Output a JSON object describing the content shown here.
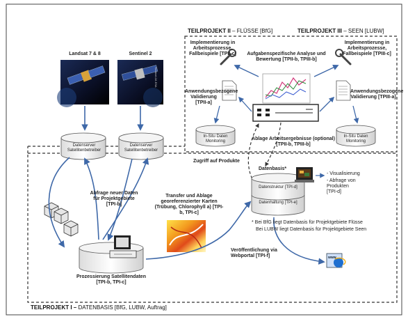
{
  "headers": {
    "tp2_bold": "TEILPROJEKT II",
    "tp2_rest": " – FLÜSSE [BfG]",
    "tp3_bold": "TEILPROJEKT III",
    "tp3_rest": " – SEEN [LUBW]",
    "tp1_bold": "TEILPROJEKT I –",
    "tp1_rest": " DATENBASIS [BfG, LUBW, Auftrag]"
  },
  "satellites": {
    "landsat": "Landsat 7 & 8",
    "sentinel": "Sentinel 2",
    "sentinel_caption": "Sentinel-2A ESA"
  },
  "servers": {
    "landsat": "Datenserver Satellitenbetreiber",
    "sentinel": "Datenserver Satellitenbetreiber"
  },
  "top": {
    "impl_left": "Implementierung in Arbeitsprozesse, Fallbeispiele [TPII-c]",
    "impl_right": "Implementierung in Arbeitsprozesse, Fallbeispiele [TPIII-c]",
    "analysis": "Aufgabenspezifische Analyse und Bewertung [TPII-b, TPIII-b]",
    "valid_left": "Anwendungsbezogene Validierung [TPII-a]",
    "valid_right": "Anwendungsbezogene Validierung [TPIII-a]",
    "insitu_left": "In-Situ Daten Monitoring",
    "insitu_right": "In-Situ Daten Monitoring",
    "ablage": "Ablage Arbeitsergebnisse (optional) [TPII-b, TPIII-b]",
    "zugriff": "Zugriff auf Produkte"
  },
  "datenbasis": {
    "title": "Datenbasis*",
    "struktur": "Datenstruktur [TPI-d]",
    "haltung": "Datenhaltung [TPI-e]",
    "visual": "- Visualisierung",
    "abfrage": "- Abfrage von Produkten [TPI-d]",
    "note1": "* Bei BfG liegt Datenbasis für Projektgebiete Flüsse",
    "note2": "Bei LUBW liegt Datenbasis für Projektgebiete Seen"
  },
  "bottom": {
    "abfrage": "Abfrage neuer Daten für Projektgebiete [TPI-b]",
    "transfer": "Transfer und Ablage georeferenzierter Karten (Trübung, Chlorophyll a) [TPI-b, TPI-c]",
    "prozess": "Prozessierung Satellitendaten [TPI-b, TPI-c]",
    "webportal": "Veröffentlichung via Webportal [TPI-f]",
    "www": "www"
  }
}
